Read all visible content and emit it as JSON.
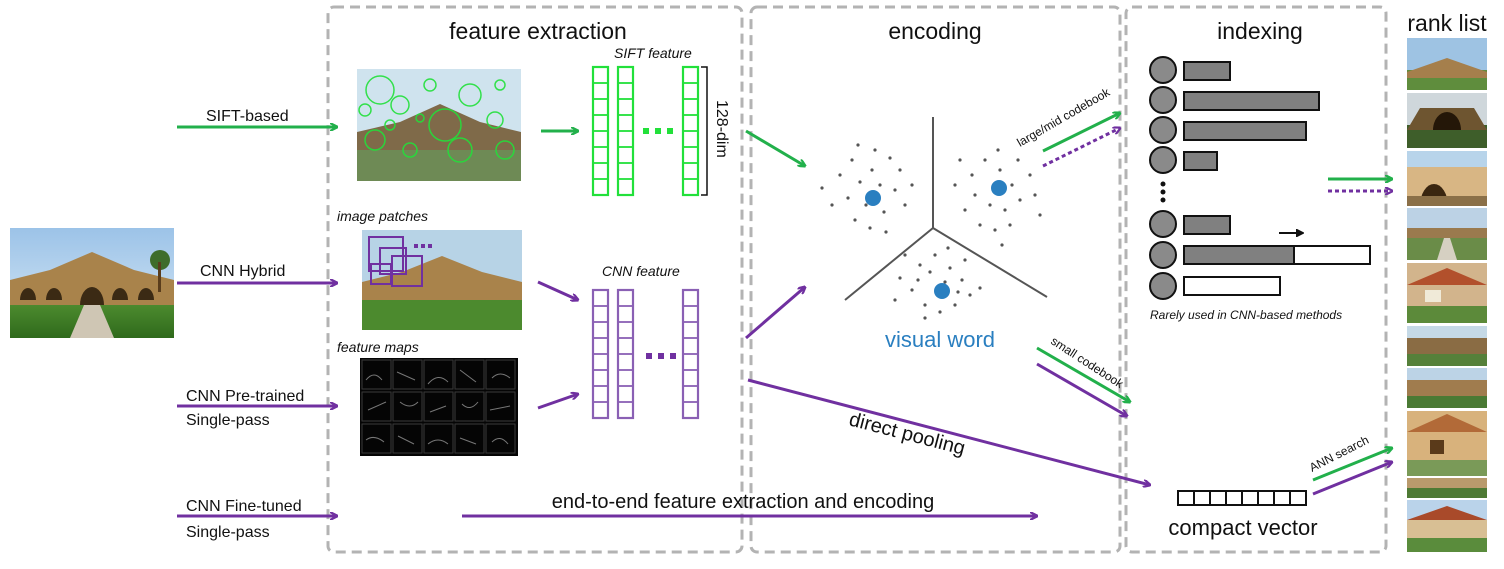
{
  "sections": {
    "feature_extraction": "feature extraction",
    "encoding": "encoding",
    "indexing": "indexing",
    "rank_list": "rank list"
  },
  "methods": {
    "sift_based": "SIFT-based",
    "cnn_hybrid": "CNN Hybrid",
    "cnn_pretrained_line1": "CNN Pre-trained",
    "cnn_pretrained_line2": "Single-pass",
    "cnn_finetuned_line1": "CNN Fine-tuned",
    "cnn_finetuned_line2": "Single-pass"
  },
  "feature_labels": {
    "sift_feature": "SIFT feature",
    "dim": "128-dim",
    "cnn_feature": "CNN feature",
    "image_patches": "image patches",
    "feature_maps": "feature maps"
  },
  "encoding_labels": {
    "visual_word": "visual word",
    "direct_pooling": "direct pooling",
    "end_to_end": "end-to-end feature extraction and encoding",
    "large_mid_codebook": "large/mid codebook",
    "small_codebook": "small codebook"
  },
  "indexing_labels": {
    "rarely_used": "Rarely used in CNN-based methods",
    "compact_vector": "compact vector",
    "ann_search": "ANN search"
  },
  "colors": {
    "sift": "#22b04b",
    "cnn": "#7030a0",
    "visual_word_blue": "#2a7fc0",
    "dashed_border": "#b3b3b3",
    "bar_gray": "#808080"
  }
}
